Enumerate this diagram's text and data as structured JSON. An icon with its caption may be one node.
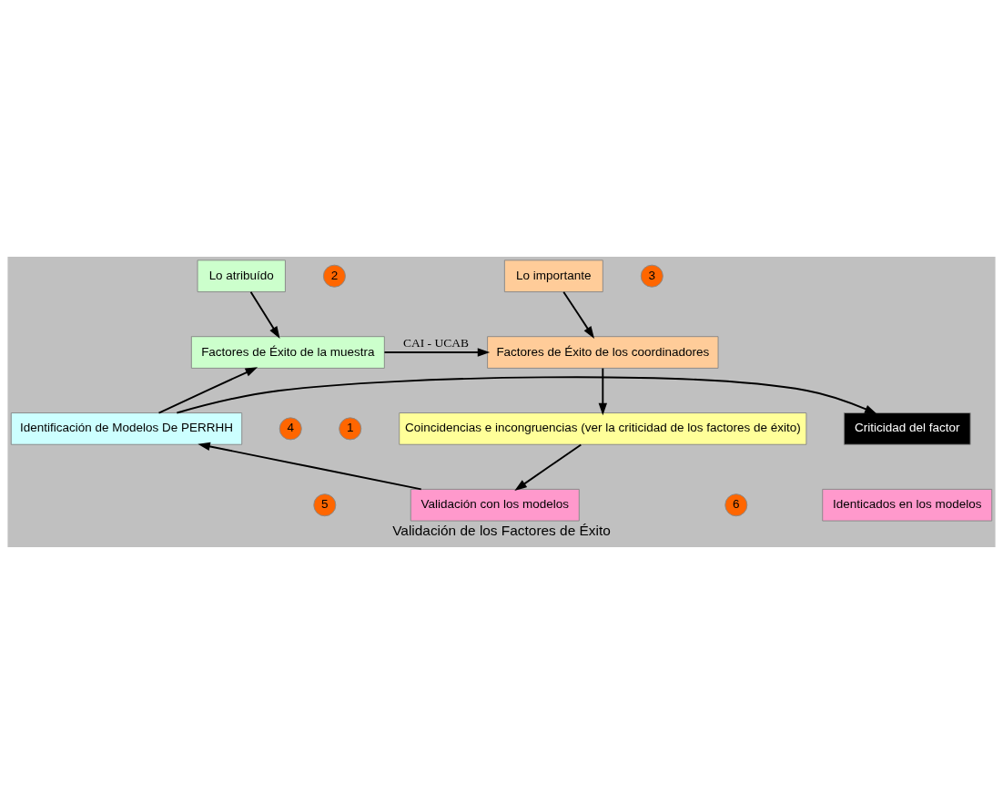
{
  "diagram": {
    "caption": "Validación de los Factores de Éxito",
    "nodes": [
      {
        "text": [
          "Lo atribuído"
        ]
      },
      {
        "text": [
          "Factores de Éxito de la muestra"
        ]
      },
      {
        "text": [
          "Lo importante"
        ]
      },
      {
        "text": [
          "Factores de Éxito de los coordinadores"
        ]
      },
      {
        "text": [
          "Coincidencias e incongruencias (ver la criticidad de los factores de éxito)"
        ]
      },
      {
        "text": [
          "Validación con los modelos"
        ]
      },
      {
        "text": [
          "Identificación de Modelos De PERRHH"
        ]
      },
      {
        "text": [
          "Criticidad del factor"
        ]
      },
      {
        "text": [
          "Identicados en los modelos"
        ]
      },
      {
        "text": [
          "1"
        ]
      },
      {
        "text": [
          "2"
        ]
      },
      {
        "text": [
          "3"
        ]
      },
      {
        "text": [
          "4"
        ]
      },
      {
        "text": [
          "5"
        ]
      },
      {
        "text": [
          "6"
        ]
      }
    ],
    "edges": [
      {
        "from": 0,
        "to": 1,
        "arrow": "to"
      },
      {
        "from": 2,
        "to": 3,
        "arrow": "to"
      },
      {
        "from": 1,
        "to": 3,
        "label": "CAI - UCAB",
        "arrow": "to"
      },
      {
        "from": 3,
        "to": 4,
        "arrow": "to"
      },
      {
        "from": 4,
        "to": 5,
        "arrow": "to"
      },
      {
        "from": 5,
        "to": 6,
        "arrow": "to"
      },
      {
        "from": 6,
        "to": 1,
        "arrow": "to"
      },
      {
        "from": 6,
        "to": 7,
        "arrow": "to"
      }
    ]
  }
}
